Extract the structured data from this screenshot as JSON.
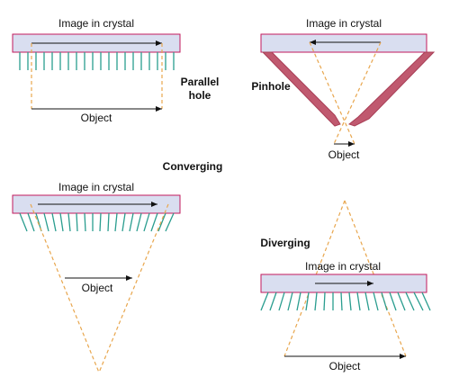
{
  "labels": {
    "image_in_crystal": "Image in crystal",
    "object": "Object",
    "parallel_hole_line1": "Parallel",
    "parallel_hole_line2": "hole",
    "pinhole": "Pinhole",
    "converging": "Converging",
    "diverging": "Diverging"
  },
  "colors": {
    "crystal_fill": "#d9def0",
    "crystal_border": "#c2185b",
    "septa": "#2a9d8f",
    "rays": "#e8a64d",
    "pinhole_collimator": "#c0596f",
    "arrows": "#111111"
  }
}
